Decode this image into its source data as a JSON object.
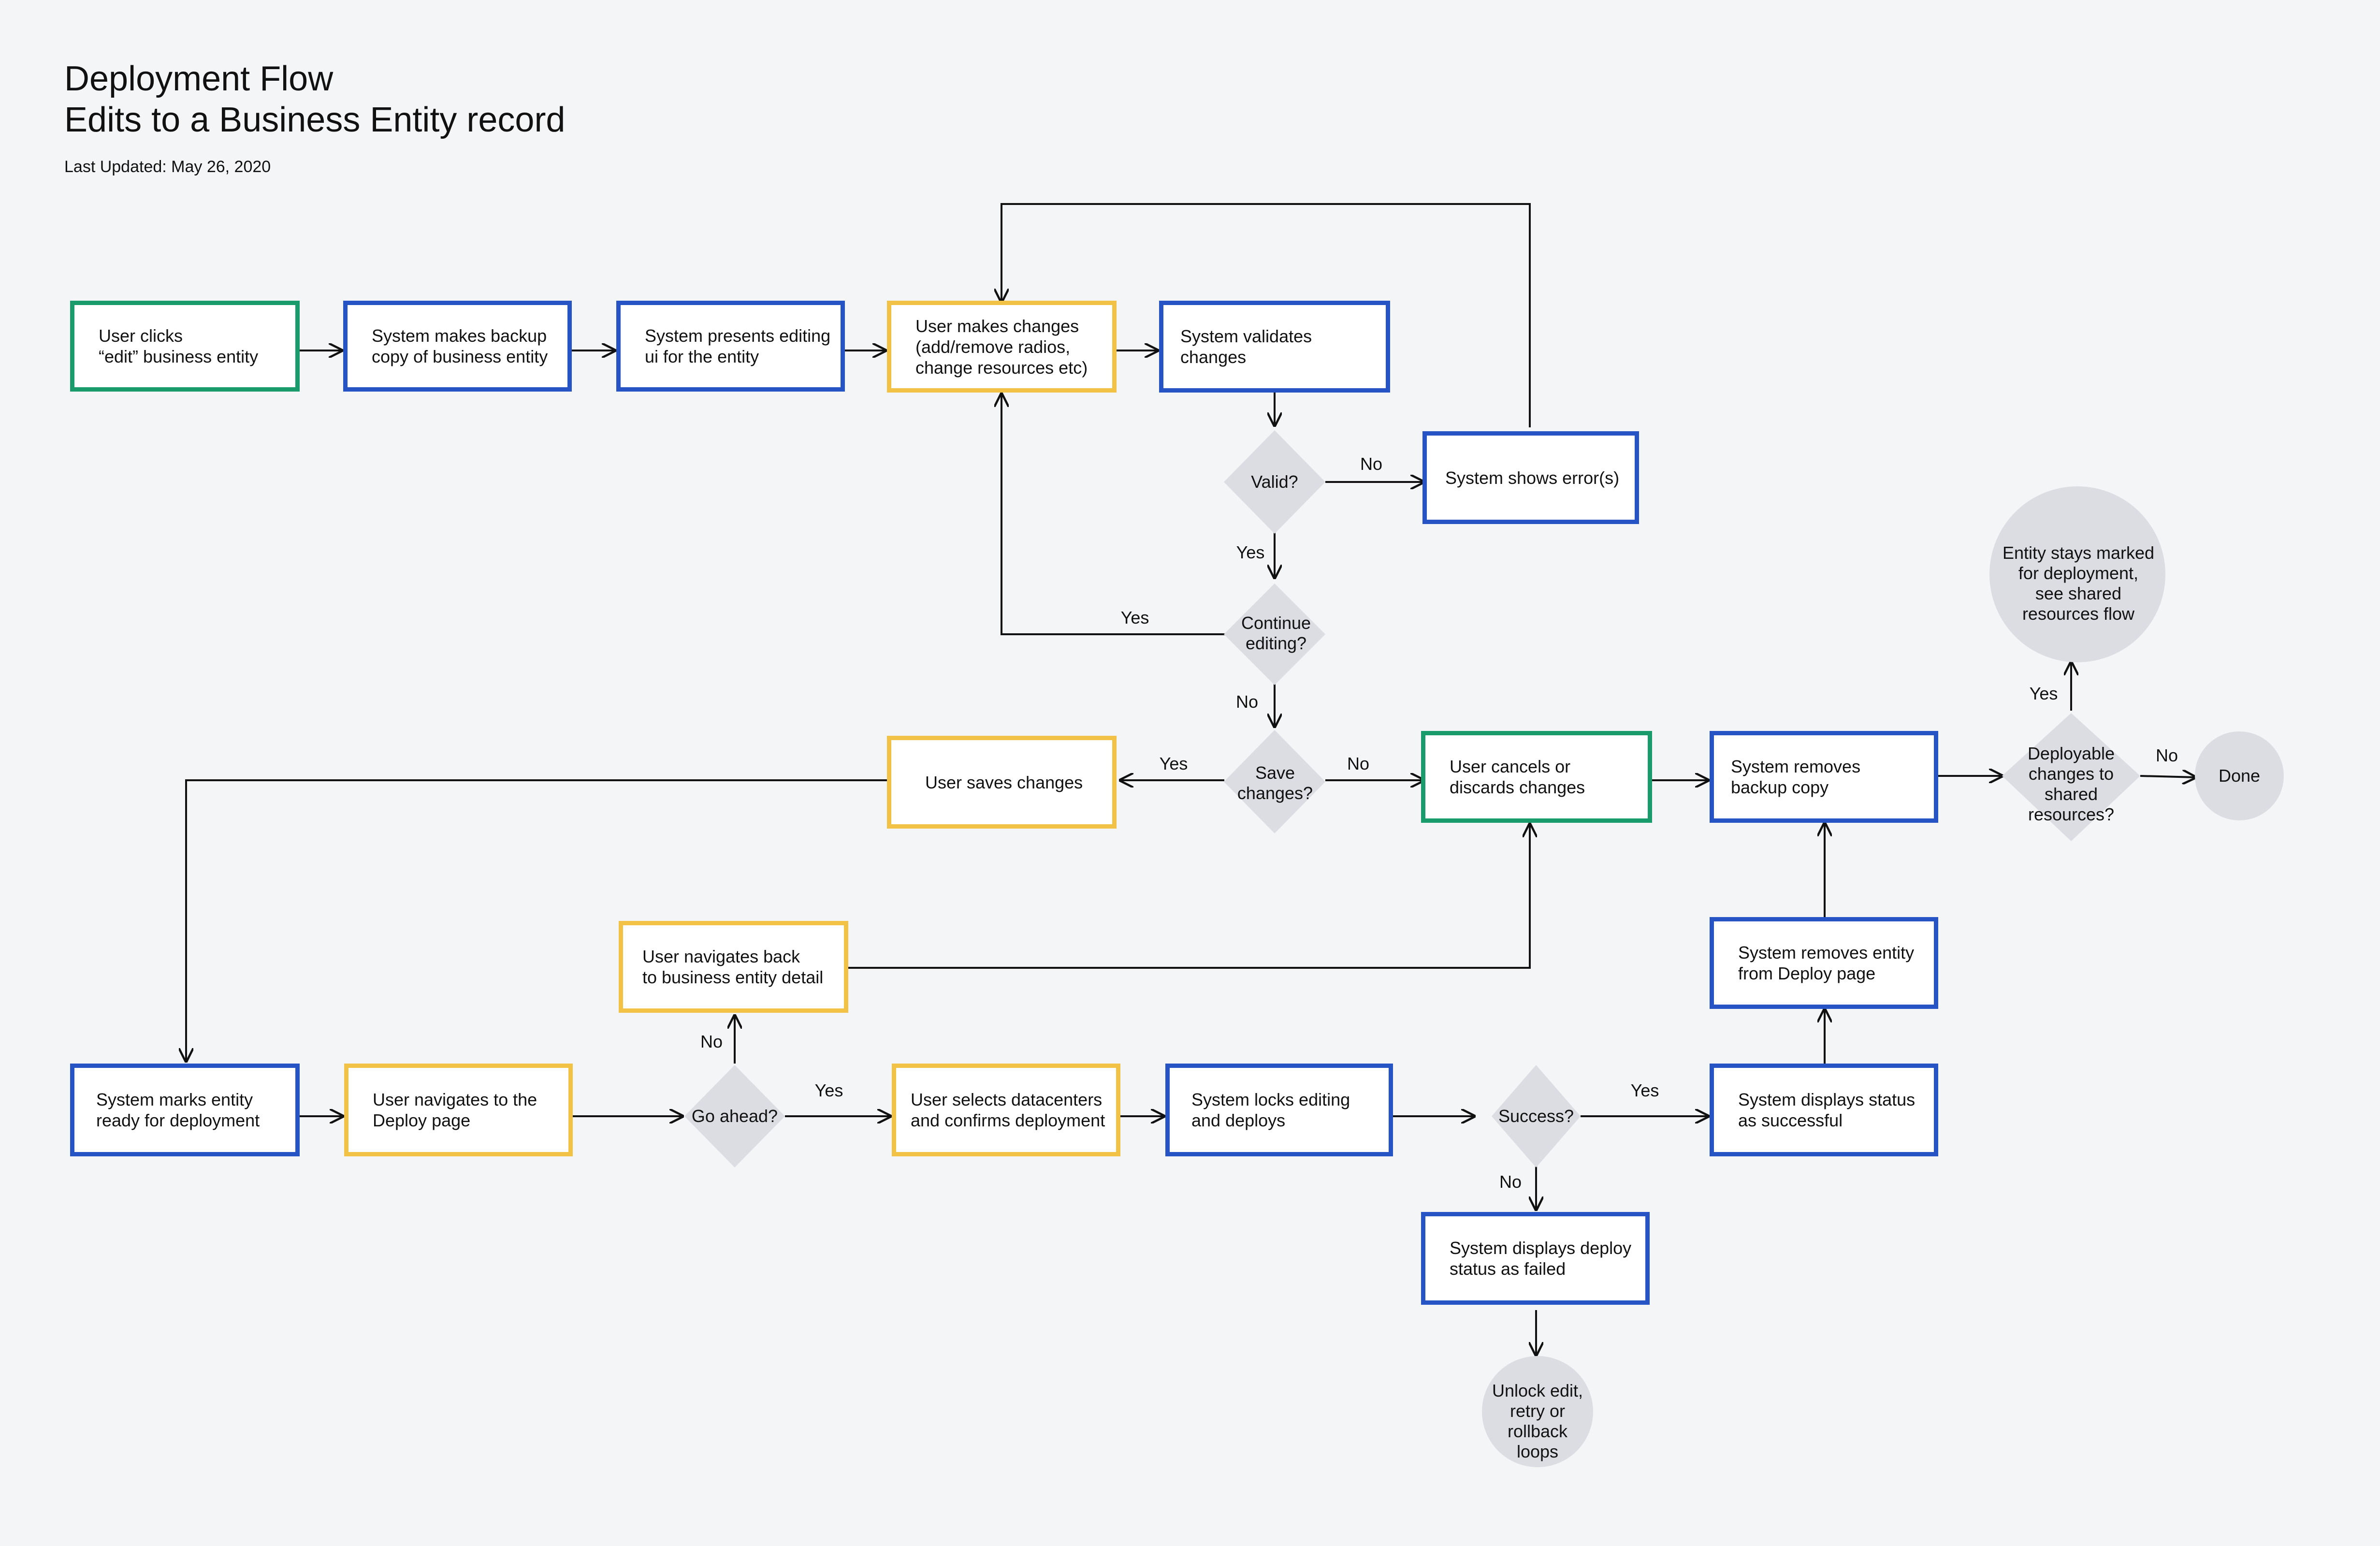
{
  "header": {
    "title_line1": "Deployment Flow",
    "title_line2": "Edits to a Business Entity record",
    "last_updated": "Last Updated: May 26, 2020"
  },
  "legend_colors": {
    "start_end": "#1a9b6c",
    "system": "#2754c5",
    "user": "#f1c246",
    "decision": "#dcdde3"
  },
  "nodes": {
    "user_clicks_edit": "User clicks\n“edit” business entity",
    "system_backup": "System makes backup\ncopy of business entity",
    "system_presents_ui": "System presents editing\nui for the entity",
    "user_makes_changes": "User makes changes\n(add/remove radios,\nchange resources etc)",
    "system_validates": "System validates changes",
    "system_shows_errors": "System shows error(s)",
    "valid_decision": "Valid?",
    "continue_decision": "Continue\nediting?",
    "save_decision": "Save\nchanges?",
    "user_saves": "User saves changes",
    "user_cancels": "User cancels or\ndiscards changes",
    "system_removes_backup": "System removes\nbackup copy",
    "deployable_decision": "Deployable\nchanges to\nshared\nresources?",
    "entity_stays_marked": "Entity stays marked\nfor deployment,\nsee shared\nresources flow",
    "done": "Done",
    "user_navigates_back": "User navigates back\nto business entity detail",
    "system_marks_ready": "System marks entity\nready for deployment",
    "user_navigates_deploy": "User navigates to the\nDeploy page",
    "go_ahead_decision": "Go ahead?",
    "user_selects_datacenters": "User selects datacenters\nand confirms deployment",
    "system_locks": "System locks editing\nand deploys",
    "success_decision": "Success?",
    "system_displays_success": "System displays status\nas successful",
    "system_removes_from_deploy": "System removes entity\nfrom Deploy page",
    "system_displays_failed": "System displays deploy\nstatus as failed",
    "unlock_edit": "Unlock edit,\nretry or\nrollback\nloops"
  },
  "edge_labels": {
    "valid_no": "No",
    "valid_yes": "Yes",
    "continue_yes": "Yes",
    "continue_no": "No",
    "save_yes": "Yes",
    "save_no": "No",
    "deployable_yes": "Yes",
    "deployable_no": "No",
    "go_ahead_no": "No",
    "go_ahead_yes": "Yes",
    "success_yes": "Yes",
    "success_no": "No"
  }
}
